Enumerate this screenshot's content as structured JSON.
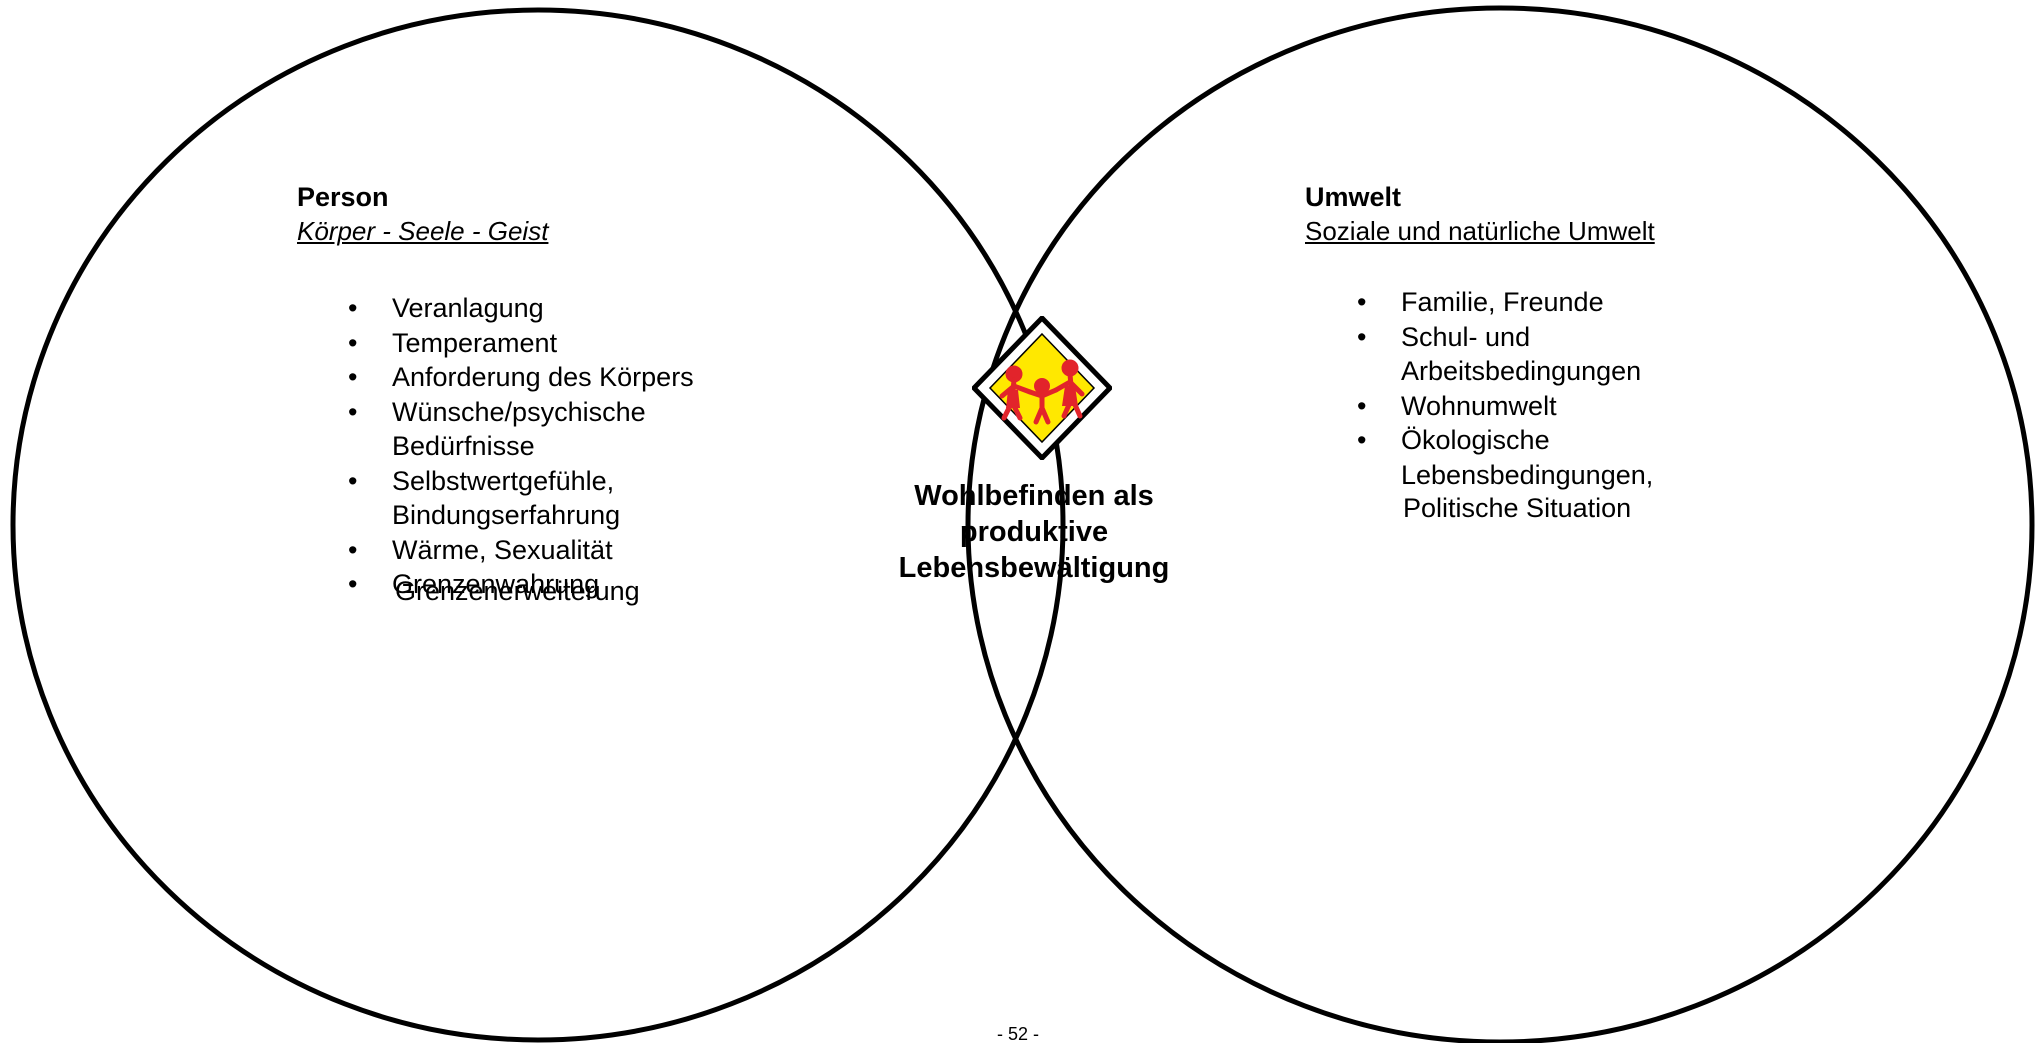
{
  "left_circle": {
    "title": "Person",
    "subtitle": "Körper - Seele - Geist",
    "items": [
      "Veranlagung",
      "Temperament",
      "Anforderung des Körpers",
      "Wünsche/psychische Bedürfnisse",
      "Selbstwertgefühle, Bindungserfahrung",
      "Wärme, Sexualität",
      "Grenzenwahrung"
    ],
    "trailing": "Grenzenerweiterung"
  },
  "right_circle": {
    "title": "Umwelt",
    "subtitle": "Soziale und natürliche Umwelt",
    "items": [
      "Familie, Freunde",
      "Schul- und Arbeitsbedingungen",
      "Wohnumwelt",
      "Ökologische Lebensbedingungen,"
    ],
    "trailing": "Politische Situation"
  },
  "center": {
    "text_lines": [
      "Wohlbefinden als",
      "produktive",
      "Lebensbewältigung"
    ],
    "icon": "family-road-sign-icon"
  },
  "page_number": "- 52 -",
  "colors": {
    "sign_yellow": "#ffe800",
    "figures_red": "#e2242b",
    "outline": "#000000"
  }
}
